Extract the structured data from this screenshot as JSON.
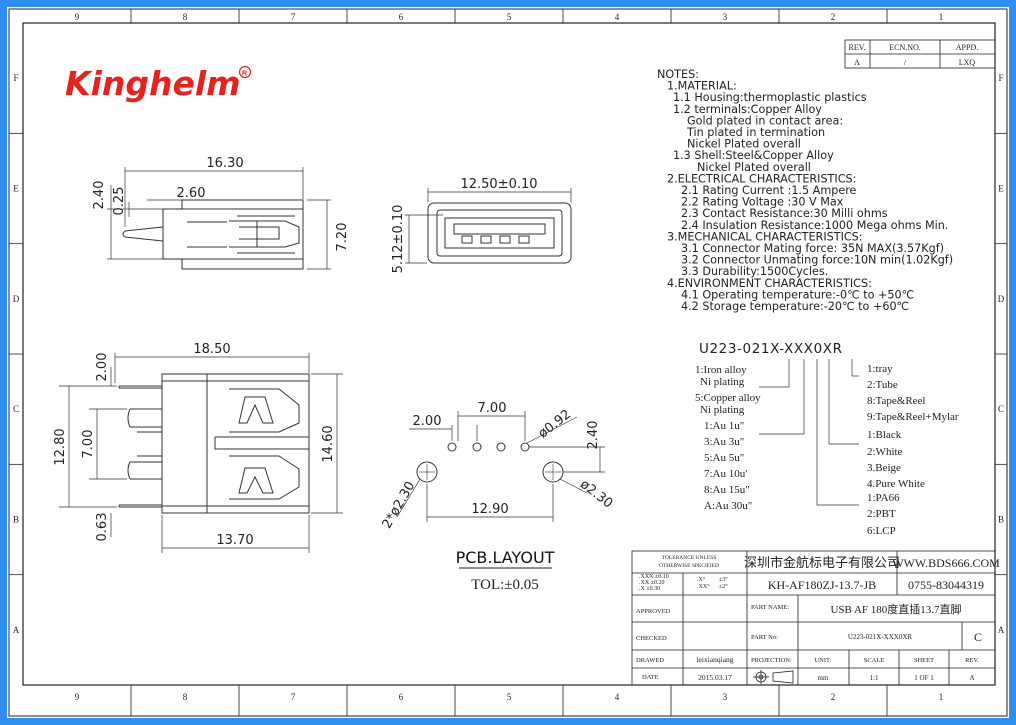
{
  "company": {
    "logo_text": "Kinghelm",
    "brand_color": "#e8211d",
    "name_cn": "深圳市金航标电子有限公司",
    "website": "WWW.BDS666.COM",
    "phone": "0755-83044319"
  },
  "grid": {
    "columns": [
      "9",
      "8",
      "7",
      "6",
      "5",
      "4",
      "3",
      "2",
      "1"
    ],
    "rows": [
      "F",
      "E",
      "D",
      "C",
      "B",
      "A"
    ]
  },
  "revision_table": {
    "headers": [
      "REV.",
      "ECN.NO.",
      "APPD."
    ],
    "row": [
      "A",
      "/",
      "LXQ"
    ]
  },
  "notes": [
    "NOTES:",
    "1.MATERIAL:",
    "1.1 Housing:thermoplastic plastics",
    "1.2 terminals:Copper Alloy",
    "Gold plated in contact area:",
    "Tin plated in termination",
    "Nickel Plated overall",
    "1.3 Shell:Steel&Copper Alloy",
    "Nickel Plated overall",
    "2.ELECTRICAL CHARACTERISTICS:",
    "2.1 Rating Current :1.5 Ampere",
    "2.2 Rating Voltage :30 V Max",
    "2.3 Contact Resistance:30 Milli ohms",
    "2.4 Insulation Resistance:1000 Mega ohms Min.",
    "3.MECHANICAL CHARACTERISTICS:",
    "3.1 Connector Mating force: 35N MAX(3.57Kgf)",
    "3.2 Connector Unmating force:10N min(1.02Kgf)",
    "3.3 Durability:1500Cycles.",
    "4.ENVIRONMENT CHARACTERISTICS:",
    "4.1 Operating temperature:-0℃ to +50℃",
    "4.2 Storage temperature:-20℃ to +60℃"
  ],
  "part_code": {
    "code": "U223-021X-XXX0XR",
    "left_options": [
      "1:Iron alloy",
      "Ni plating",
      "5:Copper alloy",
      "Ni plating"
    ],
    "plating_options": [
      "1:Au 1u\"",
      "3:Au 3u\"",
      "5:Au 5u\"",
      "7:Au 10u'",
      "8:Au 15u\"",
      "A:Au 30u\""
    ],
    "packaging_options": [
      "1:tray",
      "2:Tube",
      "8:Tape&Reel",
      "9:Tape&Reel+Mylar"
    ],
    "color_options": [
      "1:Black",
      "2:White",
      "3.Beige",
      "4.Pure White"
    ],
    "material_options": [
      "1:PA66",
      "2:PBT",
      "6:LCP"
    ]
  },
  "dimensions": {
    "top_width": "16.30",
    "top_2_60": "2.60",
    "top_2_40": "2.40",
    "top_0_25": "0.25",
    "top_7_20": "7.20",
    "front_width": "12.50±0.10",
    "front_height": "5.12±0.10",
    "side_length": "18.50",
    "side_2_00": "2.00",
    "side_12_80": "12.80",
    "side_7_00": "7.00",
    "side_14_60": "14.60",
    "side_0_63": "0.63",
    "side_13_70": "13.70",
    "pcb_2_00": "2.00",
    "pcb_7_00": "7.00",
    "pcb_0_92": "ø0.92",
    "pcb_2_40": "2.40",
    "pcb_2_30": "ø2.30",
    "pcb_2x_2_30": "2*ø2.30",
    "pcb_12_90": "12.90"
  },
  "pcb_layout": {
    "title": "PCB.LAYOUT",
    "tolerance": "TOL:±0.05"
  },
  "title_block": {
    "tolerance_header_1": "TOLERANCE UNLESS",
    "tolerance_header_2": "OTHERWISE SPECIFIED",
    "tol_lines_left": [
      ".XXX ±0.10",
      ".XX  ±0.20",
      ".X   ±0.30"
    ],
    "tol_lines_mid": [
      ".X°",
      ".XX°"
    ],
    "tol_lines_right": [
      "±3°",
      "±2°"
    ],
    "drawing_no": "KH-AF180ZJ-13.7-JB",
    "approved_label": "APPROVED",
    "checked_label": "CHECKED",
    "drawed_label": "DRAWED",
    "date_label": "DATE",
    "drawer": "leixianqiang",
    "date": "2015.03.17",
    "part_name_label": "PART NAME:",
    "part_name": "USB AF 180度直插13.7直脚",
    "part_no_label": "PART No:",
    "part_no": "U223-021X-XXX0XR",
    "part_rev": "C",
    "projection_label": "PROJECTION:",
    "unit_label": "UNIT:",
    "scale_label": "SCALE",
    "sheet_label": "SHEET",
    "rev_label": "REV.",
    "unit": "mm",
    "scale": "1:1",
    "sheet": "1 OF 1",
    "rev": "A"
  }
}
